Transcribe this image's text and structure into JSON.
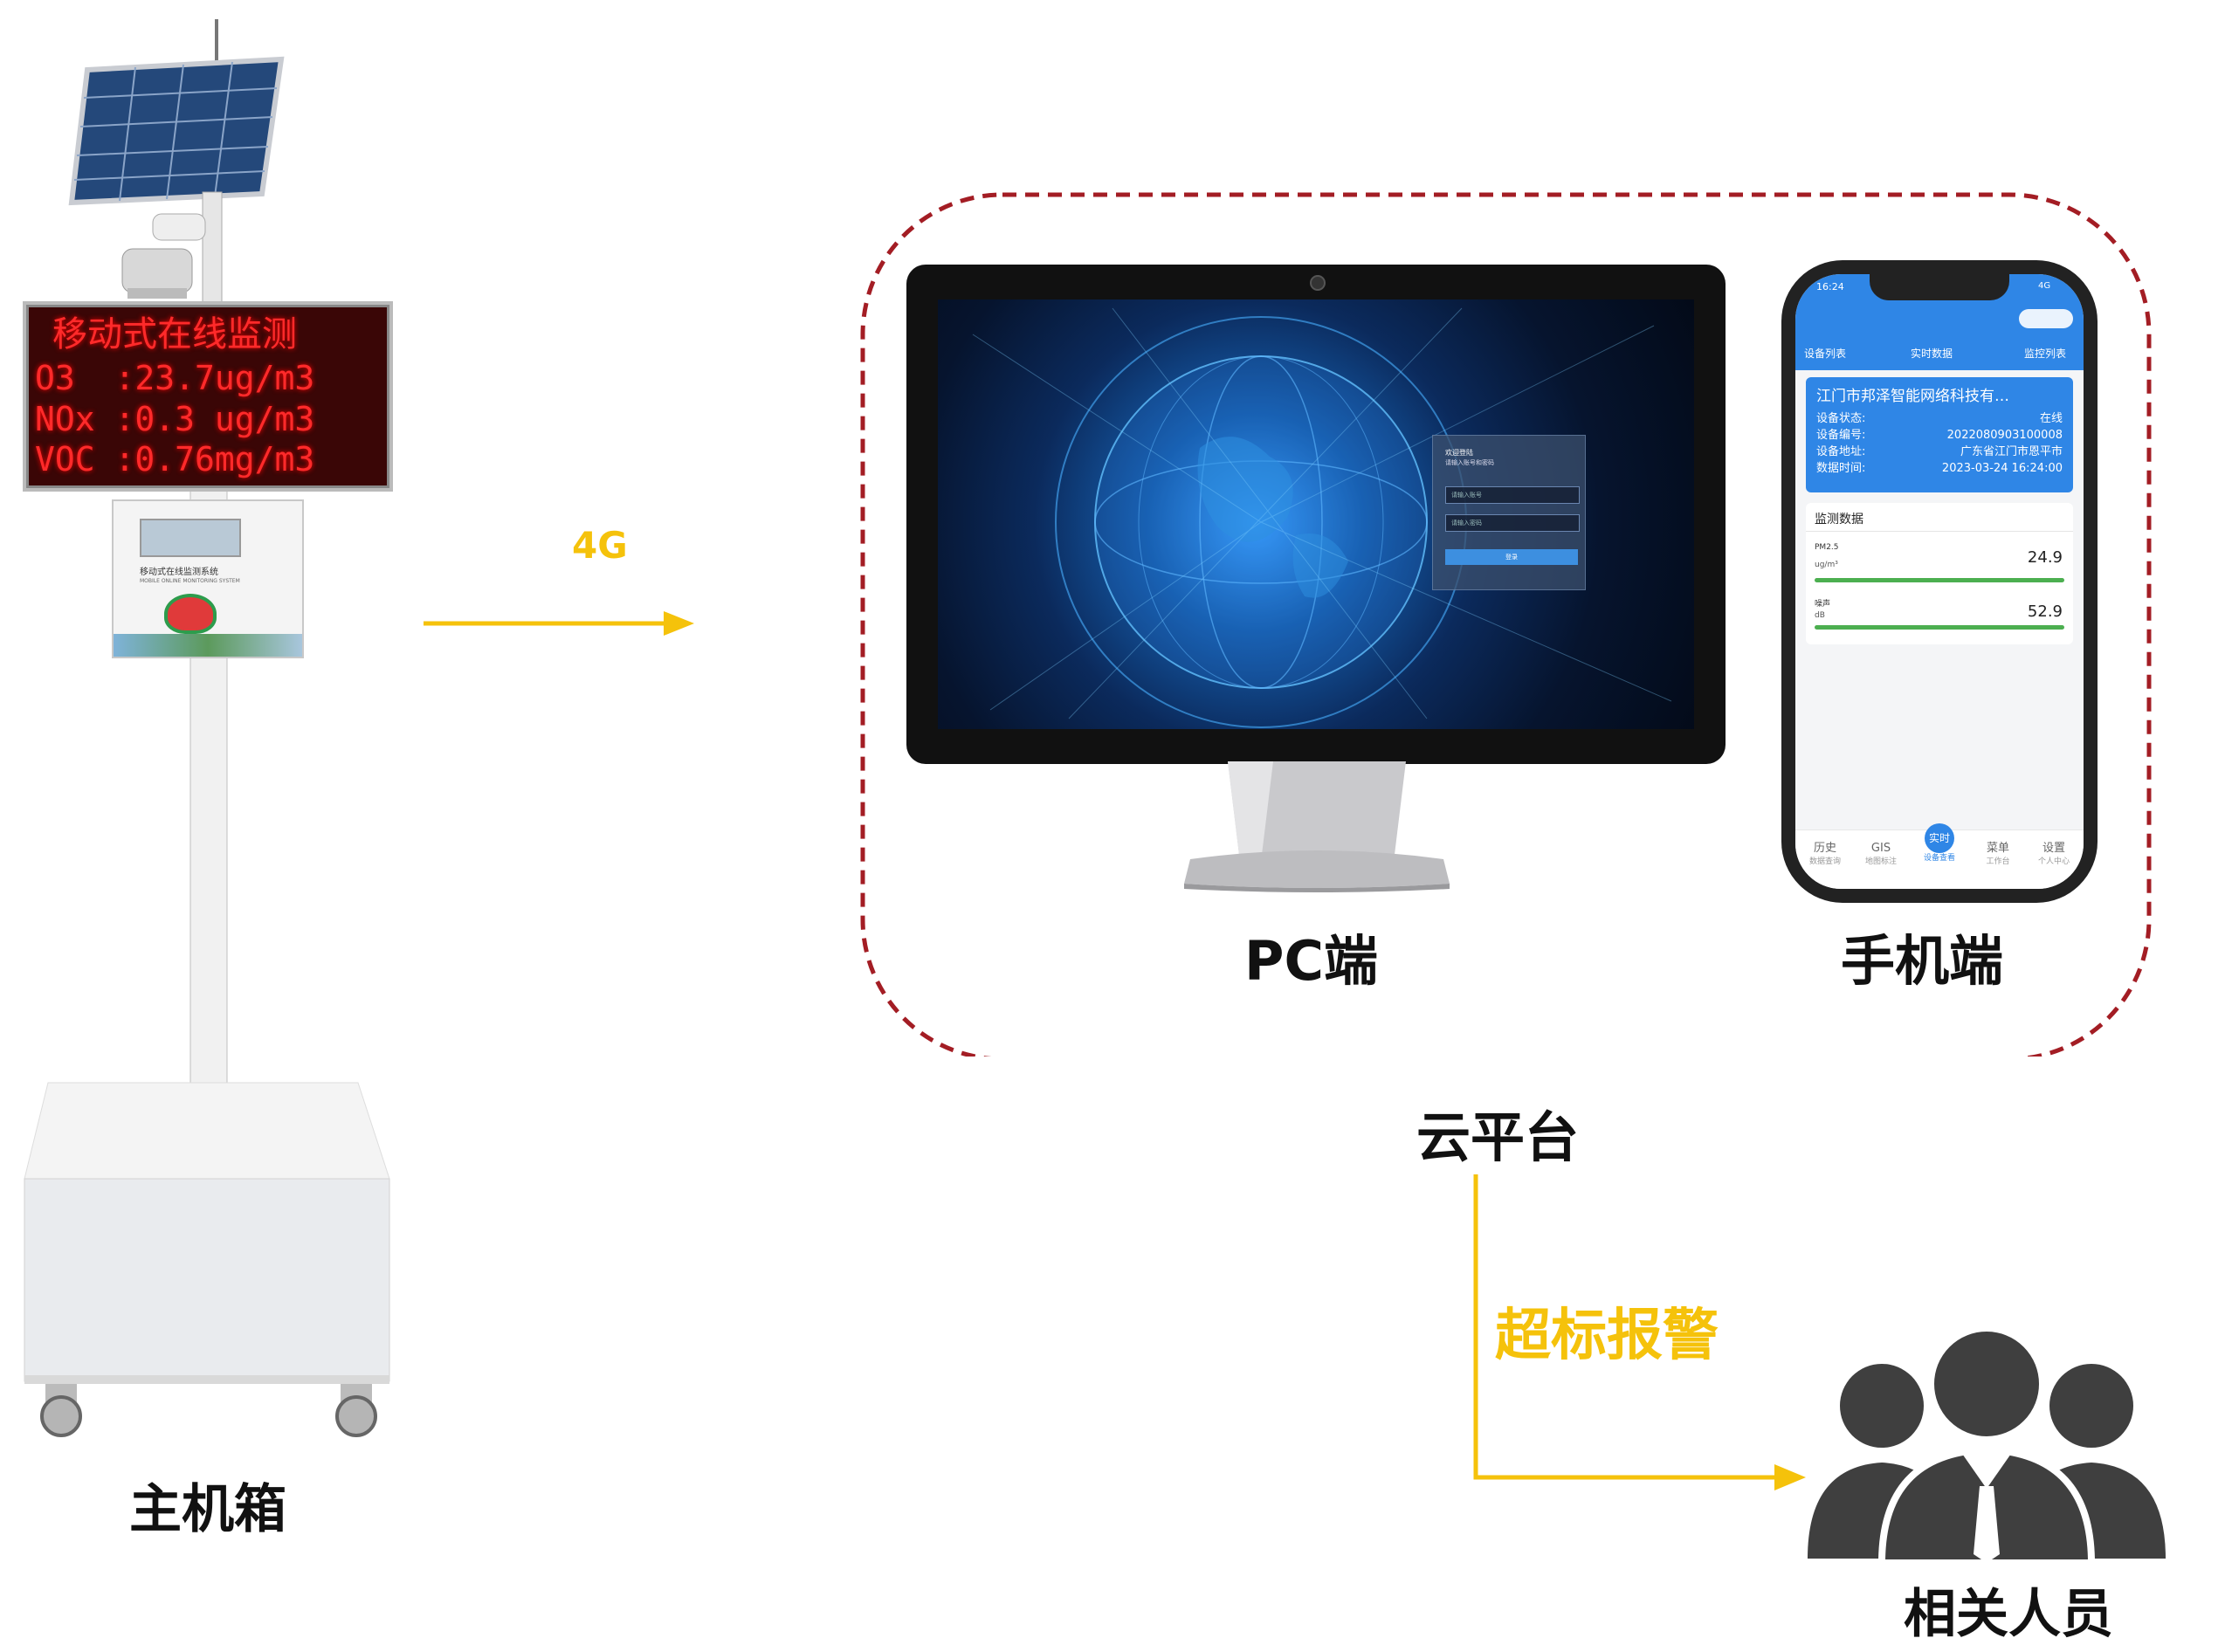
{
  "labels": {
    "host_box": "主机箱",
    "network": "4G",
    "pc": "PC端",
    "mobile": "手机端",
    "cloud": "云平台",
    "alarm": "超标报警",
    "personnel": "相关人员"
  },
  "led_sign": {
    "title": "移动式在线监测",
    "rows": [
      "O3  :23.7ug/m3",
      "NOx :0.3 ug/m3",
      "VOC :0.76mg/m3"
    ]
  },
  "cabinet": {
    "title": "移动式在线监测系统",
    "subtitle": "MOBILE ONLINE MONITORING SYSTEM"
  },
  "pc_login": {
    "welcome": "欢迎登陆",
    "hint": "请输入账号和密码",
    "user_placeholder": "请输入账号",
    "pass_placeholder": "请输入密码",
    "button": "登录"
  },
  "phone": {
    "status_time": "16:24",
    "status_right": "4G",
    "tabs": [
      "设备列表",
      "实时数据",
      "监控列表"
    ],
    "device": {
      "name": "江门市邦泽智能网络科技有…",
      "rows": [
        {
          "k": "设备状态:",
          "v": "在线"
        },
        {
          "k": "设备编号:",
          "v": "2022080903100008"
        },
        {
          "k": "设备地址:",
          "v": "广东省江门市恩平市"
        },
        {
          "k": "数据时间:",
          "v": "2023-03-24 16:24:00"
        }
      ]
    },
    "section_title": "监测数据",
    "metrics": [
      {
        "name": "PM2.5",
        "unit": "ug/m³",
        "value": "24.9"
      },
      {
        "name": "噪声",
        "unit": "dB",
        "value": "52.9"
      }
    ],
    "nav": [
      {
        "label": "历史",
        "sub": "数据查询"
      },
      {
        "label": "GIS",
        "sub": "地图标注"
      },
      {
        "label": "实时",
        "sub": "设备查看"
      },
      {
        "label": "菜单",
        "sub": "工作台"
      },
      {
        "label": "设置",
        "sub": "个人中心"
      }
    ]
  },
  "colors": {
    "arrow": "#f5c20b",
    "alarm_text": "#f5c20b",
    "cloud_border": "#a31d24",
    "people": "#3f3f3f",
    "led_text": "#ff2a2a",
    "app_blue": "#2f86e6"
  }
}
